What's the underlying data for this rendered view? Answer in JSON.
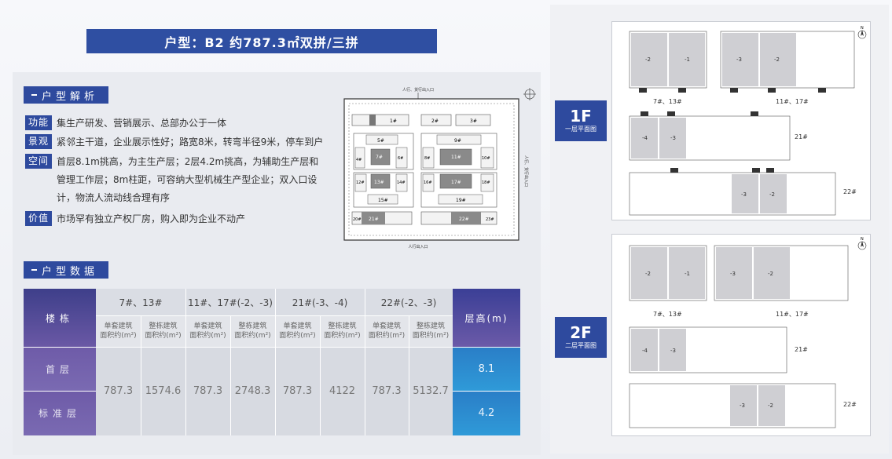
{
  "title": "户型：B2 约787.3㎡双拼/三拼",
  "analysis": {
    "heading": "户型解析",
    "rows": [
      {
        "tag": "功能",
        "lines": [
          "集生产研发、营销展示、总部办公于一体"
        ]
      },
      {
        "tag": "景观",
        "lines": [
          "紧邻主干道，企业展示性好；路宽8米，转弯半径9米，停车到户"
        ]
      },
      {
        "tag": "空间",
        "lines": [
          "首层8.1m挑高，为主生产层；2层4.2m挑高，为辅助生产层和",
          "管理工作层；8m柱距，可容纳大型机械生产型企业；双入口设",
          "计，物流人流动线合理有序"
        ]
      },
      {
        "tag": "价值",
        "lines": [
          "市场罕有独立产权厂房，购入即为企业不动产"
        ]
      }
    ]
  },
  "site_plan": {
    "entrance_top": "人行、货行出入口",
    "entrance_bottom": "人行出入口",
    "entrance_right": "人行、货行出入口",
    "buildings": [
      "1#",
      "2#",
      "3#",
      "5#",
      "9#",
      "4#",
      "7#",
      "6#",
      "8#",
      "11#",
      "10#",
      "12#",
      "13#",
      "14#",
      "16#",
      "17#",
      "18#",
      "15#",
      "19#",
      "20#",
      "21#",
      "22#",
      "23#"
    ]
  },
  "data_table": {
    "heading": "户型数据",
    "row_header": "楼栋",
    "height_header": "层高(m)",
    "groups": [
      "7#、13#",
      "11#、17#(-2、-3)",
      "21#(-3、-4)",
      "22#(-2、-3)"
    ],
    "sub_unit": [
      "单套建筑",
      "面积约(m²)"
    ],
    "sub_whole": [
      "整栋建筑",
      "面积约(m²)"
    ],
    "values": [
      "787.3",
      "1574.6",
      "787.3",
      "2748.3",
      "787.3",
      "4122",
      "787.3",
      "5132.7"
    ],
    "floors": [
      {
        "label": "首层",
        "height": "8.1"
      },
      {
        "label": "标准层",
        "height": "4.2"
      }
    ]
  },
  "floor_plans": [
    {
      "floor": "1F",
      "caption": "一层平面图",
      "labels": [
        "7#、13#",
        "11#、17#",
        "21#",
        "22#"
      ]
    },
    {
      "floor": "2F",
      "caption": "二层平面图",
      "labels": [
        "7#、13#",
        "11#、17#",
        "21#",
        "22#"
      ]
    }
  ],
  "unit_marks": {
    "a": [
      "-2",
      "-1"
    ],
    "b": [
      "-3",
      "-2"
    ],
    "c": [
      "-4",
      "-3"
    ],
    "d": [
      "-3",
      "-2"
    ]
  },
  "compass": "N",
  "colors": {
    "brand": "#2e4a9e",
    "title": "#2f4fa2",
    "accent_blue": "#2a7ec7",
    "purple": "#6e5ba8"
  }
}
